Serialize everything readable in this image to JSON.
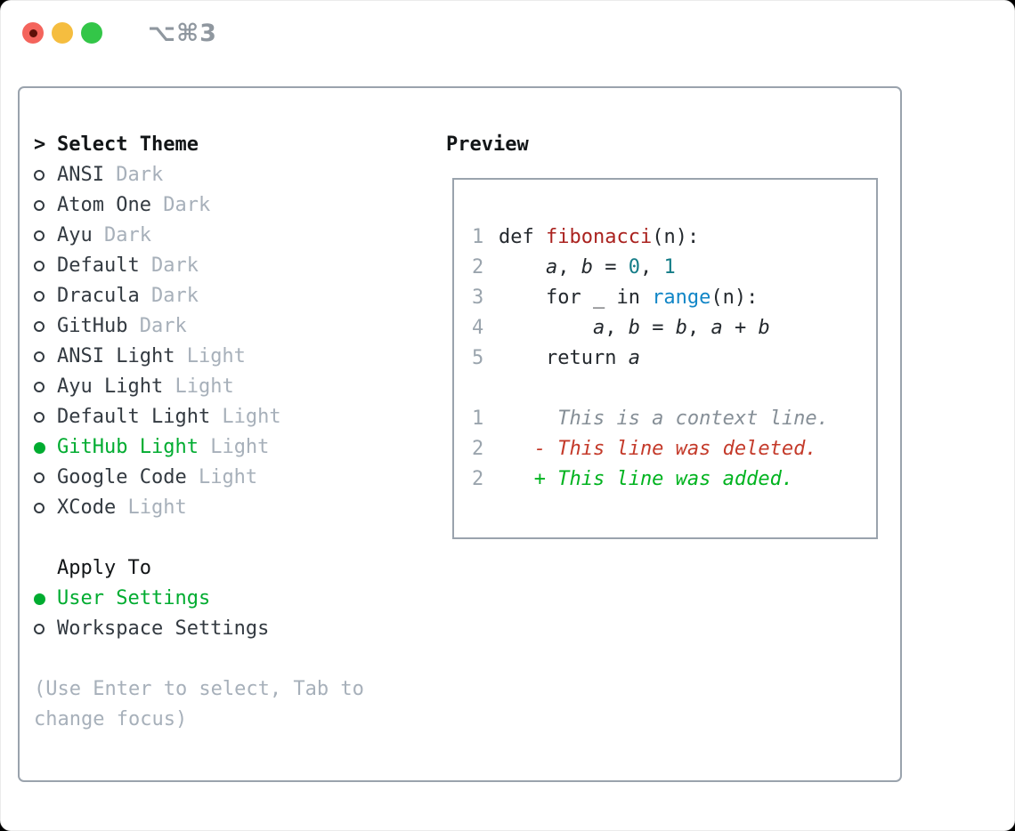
{
  "window": {
    "title": "⌥⌘3",
    "traffic_lights": [
      "close",
      "minimize",
      "zoom"
    ]
  },
  "palette": {
    "border": "#9aa3ad",
    "heading": "#121517",
    "item_fg": "#333a41",
    "muted": "#a7b0ba",
    "selection_green": "#00ac30",
    "line_number": "#9aa4ad",
    "code_fg": "#24292e",
    "func_red": "#aa221f",
    "literal_teal": "#147c87",
    "builtin_blue": "#1186c7",
    "diff_context": "#868f97",
    "diff_del": "#c43a2a",
    "diff_add": "#00b31f",
    "titlebar_text": "#8f979f",
    "light_red": "#f4645c",
    "light_red_dot": "#5f1008",
    "light_yellow": "#f5bd3f",
    "light_green": "#33c648"
  },
  "theme_picker": {
    "header": {
      "arrow": ">",
      "label": "Select Theme"
    },
    "options": [
      {
        "name": "ANSI",
        "tag": "Dark",
        "selected": false
      },
      {
        "name": "Atom One",
        "tag": "Dark",
        "selected": false
      },
      {
        "name": "Ayu",
        "tag": "Dark",
        "selected": false
      },
      {
        "name": "Default",
        "tag": "Dark",
        "selected": false
      },
      {
        "name": "Dracula",
        "tag": "Dark",
        "selected": false
      },
      {
        "name": "GitHub",
        "tag": "Dark",
        "selected": false
      },
      {
        "name": "ANSI Light",
        "tag": "Light",
        "selected": false
      },
      {
        "name": "Ayu Light",
        "tag": "Light",
        "selected": false
      },
      {
        "name": "Default Light",
        "tag": "Light",
        "selected": false
      },
      {
        "name": "GitHub Light",
        "tag": "Light",
        "selected": true
      },
      {
        "name": "Google Code",
        "tag": "Light",
        "selected": false
      },
      {
        "name": "XCode",
        "tag": "Light",
        "selected": false
      }
    ]
  },
  "apply_to": {
    "label": "Apply To",
    "options": [
      {
        "name": "User Settings",
        "selected": true
      },
      {
        "name": "Workspace Settings",
        "selected": false
      }
    ]
  },
  "hint": {
    "line1": "(Use Enter to select, Tab to",
    "line2": "change focus)"
  },
  "preview": {
    "label": "Preview",
    "lines": [
      {
        "num": "1",
        "segs": [
          [
            "def ",
            "fg"
          ],
          [
            "fibonacci",
            "func"
          ],
          [
            "(n):",
            "fg"
          ]
        ]
      },
      {
        "num": "2",
        "segs": [
          [
            "    ",
            "fg"
          ],
          [
            "a",
            "var"
          ],
          [
            ", ",
            "fg"
          ],
          [
            "b",
            "var"
          ],
          [
            " = ",
            "fg"
          ],
          [
            "0",
            "lit"
          ],
          [
            ", ",
            "fg"
          ],
          [
            "1",
            "lit"
          ]
        ]
      },
      {
        "num": "3",
        "segs": [
          [
            "    for _ in ",
            "fg"
          ],
          [
            "range",
            "builtin"
          ],
          [
            "(n):",
            "fg"
          ]
        ]
      },
      {
        "num": "4",
        "segs": [
          [
            "        ",
            "fg"
          ],
          [
            "a",
            "var"
          ],
          [
            ", ",
            "fg"
          ],
          [
            "b",
            "var"
          ],
          [
            " = ",
            "fg"
          ],
          [
            "b",
            "var"
          ],
          [
            ", ",
            "fg"
          ],
          [
            "a",
            "var"
          ],
          [
            " + ",
            "fg"
          ],
          [
            "b",
            "var"
          ]
        ]
      },
      {
        "num": "5",
        "segs": [
          [
            "    return ",
            "fg"
          ],
          [
            "a",
            "var"
          ]
        ]
      },
      {
        "num": "",
        "segs": []
      },
      {
        "num": "1",
        "segs": [
          [
            "     This is a context line.",
            "ctx"
          ]
        ]
      },
      {
        "num": "2",
        "segs": [
          [
            "   - This line was deleted.",
            "del"
          ]
        ]
      },
      {
        "num": "2",
        "segs": [
          [
            "   + This line was added.",
            "add"
          ]
        ]
      }
    ]
  }
}
